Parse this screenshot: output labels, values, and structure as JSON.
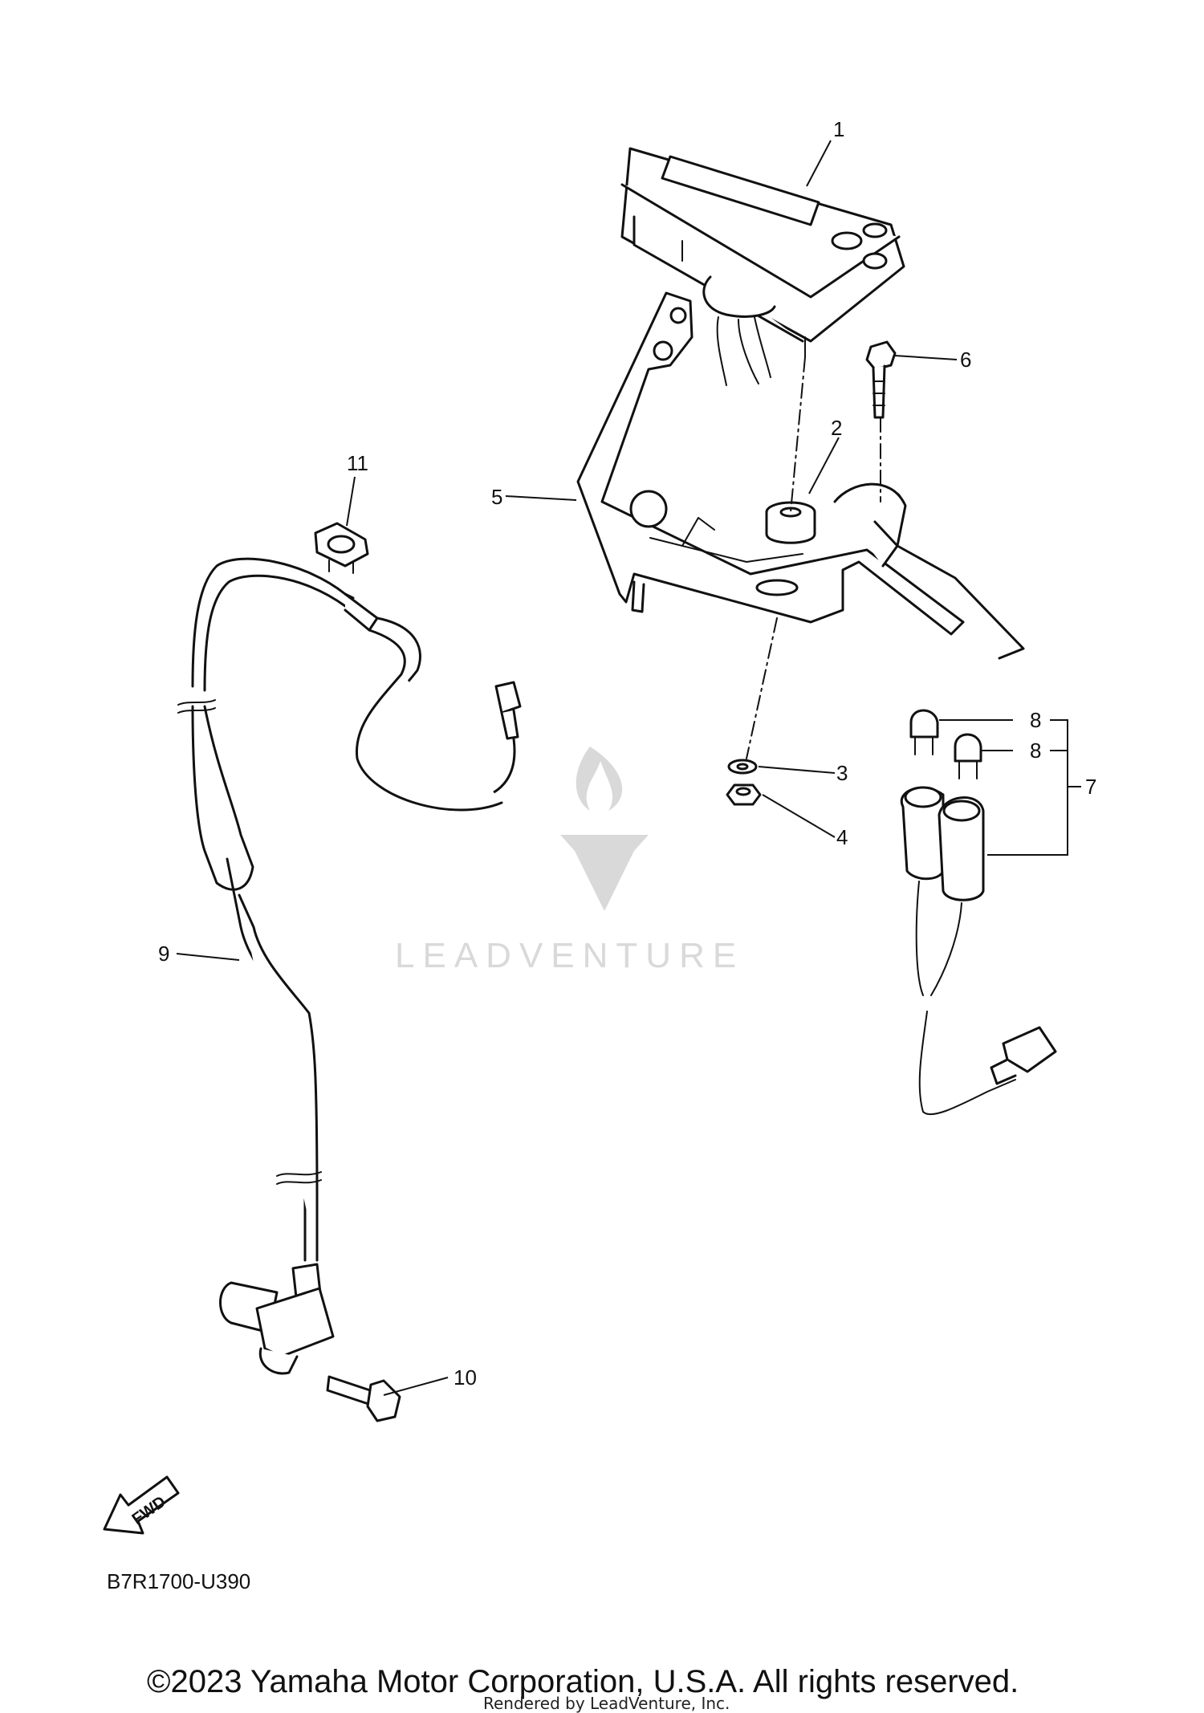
{
  "callouts": [
    "1",
    "2",
    "3",
    "4",
    "5",
    "6",
    "7",
    "8",
    "8",
    "9",
    "10",
    "11"
  ],
  "fwd_arrow": {
    "text": "FWD"
  },
  "watermark": {
    "text": "LEADVENTURE"
  },
  "diagram_code": "B7R1700-U390",
  "copyright": "©2023 Yamaha Motor Corporation, U.S.A. All rights reserved.",
  "rendered_by": "Rendered by LeadVenture, Inc."
}
